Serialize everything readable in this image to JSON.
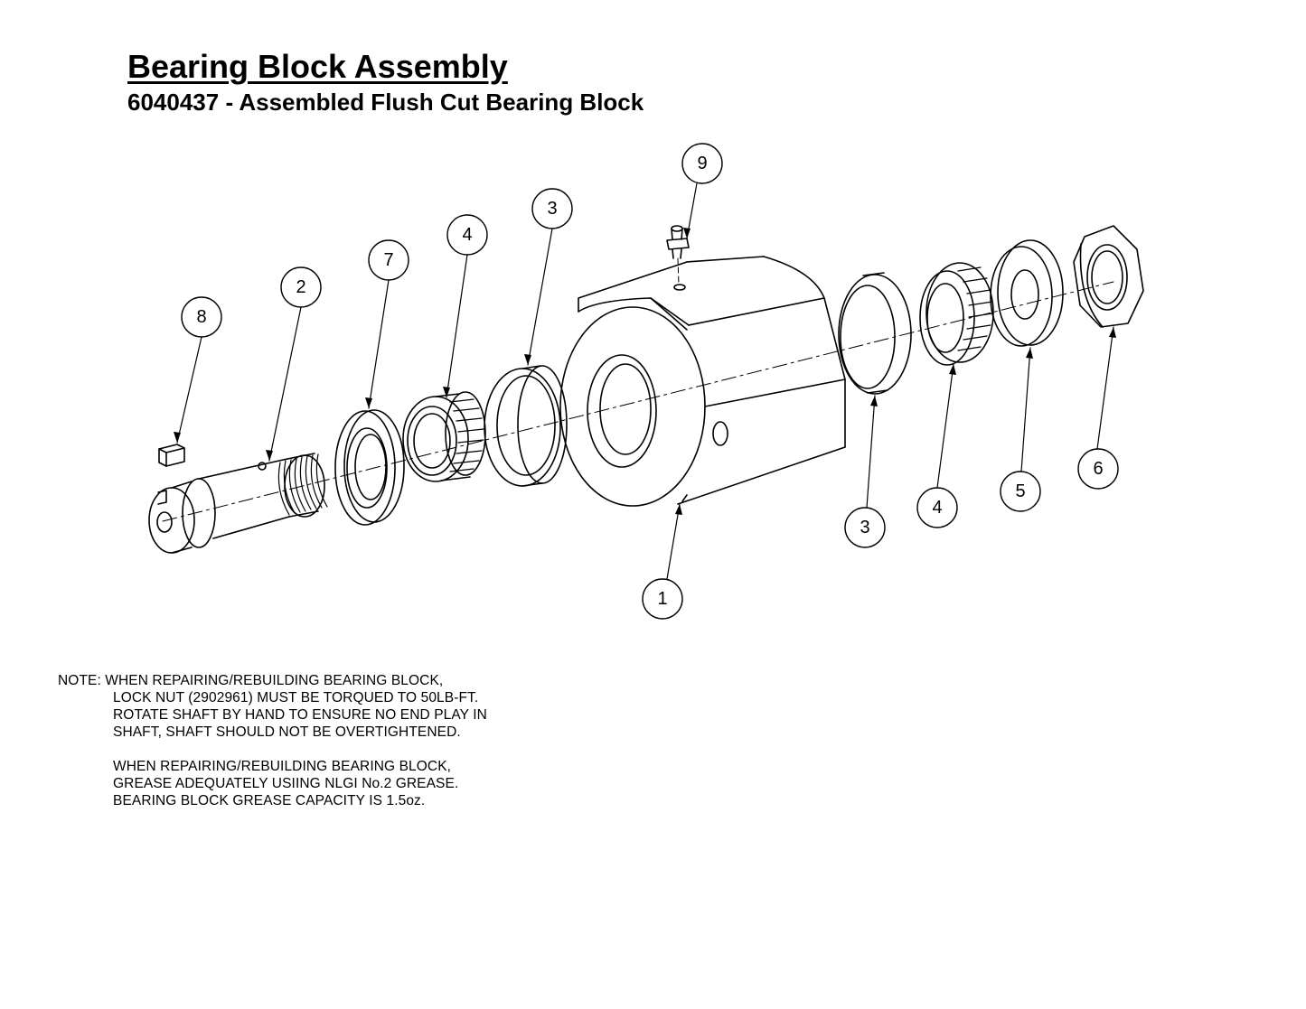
{
  "header": {
    "title": "Bearing Block Assembly",
    "subtitle": "6040437 - Assembled Flush Cut Bearing Block"
  },
  "balloons": {
    "b1": "1",
    "b2": "2",
    "b3_left": "3",
    "b3_right": "3",
    "b4_left": "4",
    "b4_right": "4",
    "b5": "5",
    "b6": "6",
    "b7": "7",
    "b8": "8",
    "b9": "9"
  },
  "note": {
    "label_line": "NOTE: WHEN REPAIRING/REBUILDING BEARING BLOCK,",
    "p1_lines": [
      "LOCK NUT (2902961) MUST BE TORQUED TO 50LB-FT.",
      "ROTATE SHAFT BY HAND TO ENSURE NO END PLAY IN",
      "SHAFT, SHAFT SHOULD NOT BE OVERTIGHTENED."
    ],
    "p2_lines": [
      "WHEN REPAIRING/REBUILDING BEARING BLOCK,",
      "GREASE ADEQUATELY USIING NLGI No.2 GREASE.",
      "BEARING BLOCK GREASE CAPACITY IS 1.5oz."
    ]
  }
}
